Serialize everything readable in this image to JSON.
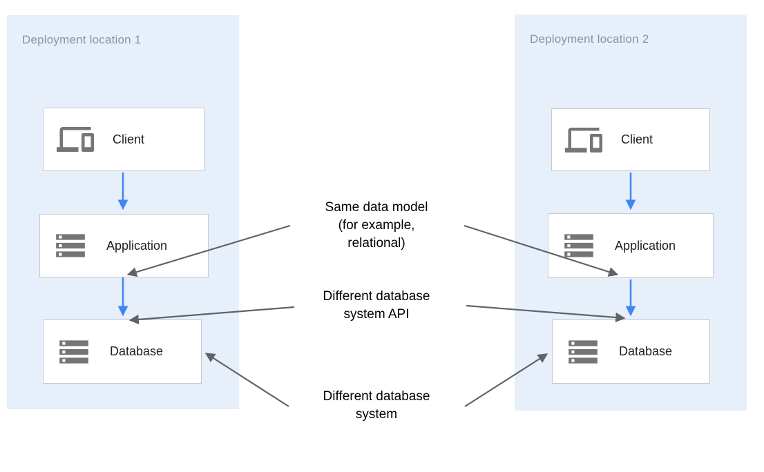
{
  "panels": [
    {
      "label": "Deployment location 1",
      "boxes": [
        {
          "label": "Client",
          "icon": "devices-icon"
        },
        {
          "label": "Application",
          "icon": "storage-icon"
        },
        {
          "label": "Database",
          "icon": "storage-icon"
        }
      ]
    },
    {
      "label": "Deployment location 2",
      "boxes": [
        {
          "label": "Client",
          "icon": "devices-icon"
        },
        {
          "label": "Application",
          "icon": "storage-icon"
        },
        {
          "label": "Database",
          "icon": "storage-icon"
        }
      ]
    }
  ],
  "annotations": [
    {
      "lines": [
        "Same data model",
        "(for example,",
        "relational)"
      ]
    },
    {
      "lines": [
        "Different database",
        "system API"
      ]
    },
    {
      "lines": [
        "Different database",
        "system"
      ]
    }
  ],
  "colors": {
    "panel_fill": "#e6effa",
    "panel_label": "#8d939c",
    "box_border": "#c6c9cd",
    "icon_gray": "#757575",
    "arrow_gray": "#5f6368",
    "arrow_blue": "#4285f4",
    "annotation_text": "#000000",
    "box_label_text": "#202124"
  }
}
